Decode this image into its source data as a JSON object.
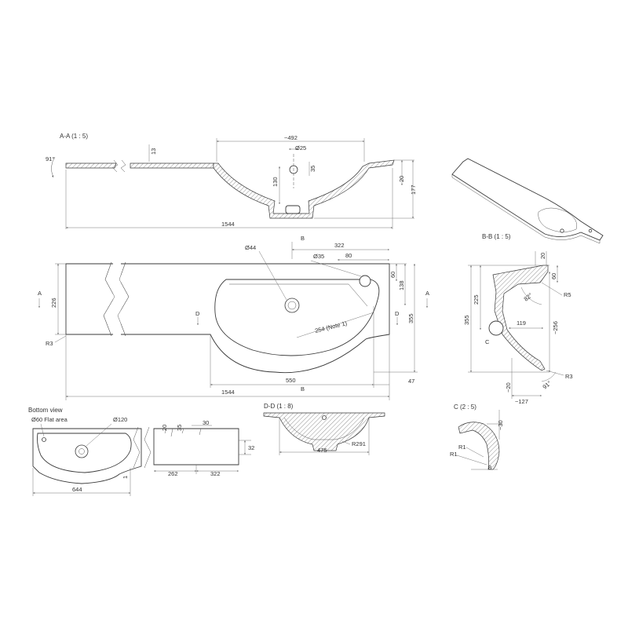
{
  "colors": {
    "line": "#3a3a3a",
    "dimension": "#666666",
    "background": "#ffffff"
  },
  "section_aa": {
    "title": "A-A (1 : 5)",
    "angle": "91°",
    "dim_thickness": "13",
    "dim_width": "~492",
    "dim_hole_dia": "Ø25",
    "dim_hole_depth": "35",
    "dim_basin_depth": "130",
    "dim_edge": "20",
    "dim_total_height": "177",
    "dim_length": "1544"
  },
  "top_view": {
    "dim_tap_hole": "Ø44",
    "section_mark": "B",
    "dim_322": "322",
    "dim_overflow_dia": "Ø35",
    "dim_80": "80",
    "dim_60": "60",
    "dim_138": "138",
    "dim_226": "226",
    "dim_355": "355",
    "dim_radius": "R3",
    "note": "254 (Note 1)",
    "section_a": "A",
    "section_d": "D",
    "dim_550": "550",
    "dim_47": "47",
    "dim_1544": "1544"
  },
  "section_bb": {
    "title": "B-B (1 : 5)",
    "dim_20": "20",
    "dim_60": "60",
    "dim_225": "225",
    "dim_angle_82": "82°",
    "dim_r5": "R5",
    "dim_355": "355",
    "dim_119": "119",
    "dim_256": "~256",
    "detail_c": "C",
    "dim_20b": "~20",
    "dim_angle_91": "91°",
    "dim_r3": "R3",
    "dim_127": "~127"
  },
  "bottom_view": {
    "title": "Bottom view",
    "flat_area": "Ø60 Flat area",
    "dim_120": "Ø120",
    "dim_20": "20",
    "dim_35": "35",
    "dim_30": "30",
    "dim_32": "32",
    "dim_262": "262",
    "dim_322": "322",
    "dim_1": "1",
    "dim_644": "644"
  },
  "section_dd": {
    "title": "D-D (1 : 8)",
    "dim_475": "475",
    "dim_r291": "R291"
  },
  "detail_c": {
    "title": "C (2 : 5)",
    "dim_30": "~30",
    "dim_r1a": "R1",
    "dim_r1b": "R1",
    "dim_8": "8"
  }
}
